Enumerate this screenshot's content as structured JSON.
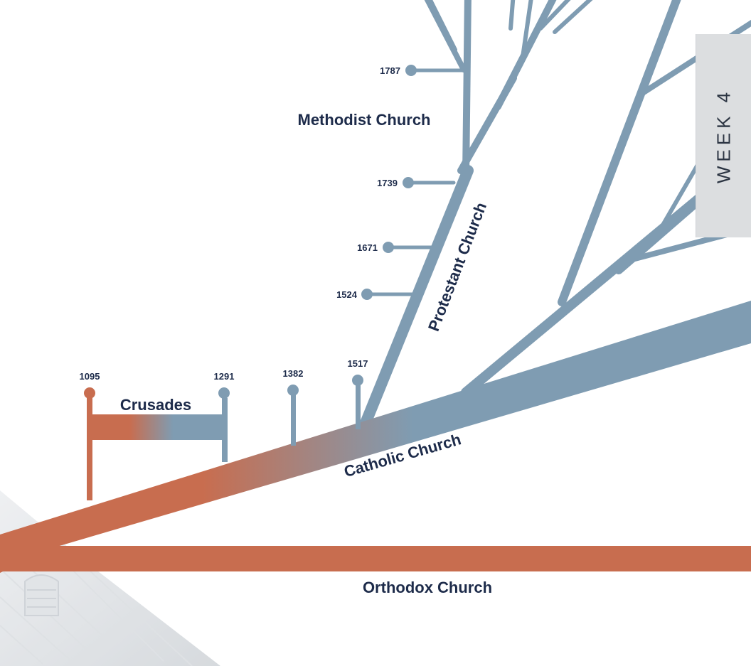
{
  "colors": {
    "orange": "#c86d4f",
    "blue": "#7f9cb2",
    "navy": "#1d2b4a",
    "tab_bg": "#dcdee0"
  },
  "tab": {
    "label": "WEEK 4"
  },
  "labels": {
    "methodist": "Methodist Church",
    "protestant": "Protestant Church",
    "catholic": "Catholic Church",
    "orthodox": "Orthodox Church",
    "crusades": "Crusades"
  },
  "years": {
    "y1095": "1095",
    "y1291": "1291",
    "y1382": "1382",
    "y1517": "1517",
    "y1524": "1524",
    "y1671": "1671",
    "y1739": "1739",
    "y1787": "1787"
  },
  "background_icon": "church-building-icon"
}
